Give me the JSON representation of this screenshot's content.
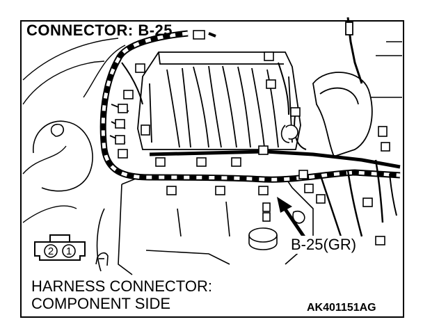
{
  "diagram": {
    "title": "CONNECTOR: B-25",
    "callout_label": "B-25(GR)",
    "caption_line1": "HARNESS CONNECTOR:",
    "caption_line2": "COMPONENT SIDE",
    "figure_code": "AK401151AG",
    "pins": [
      "2",
      "1"
    ]
  }
}
